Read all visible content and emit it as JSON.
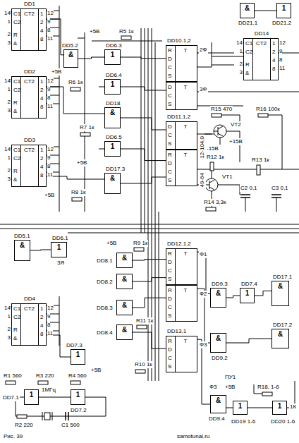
{
  "diagram": {
    "nodes": [
      {
        "text": [
          "DD1",
          "C1",
          "C2",
          "R",
          "&",
          "CT2",
          "1",
          "2",
          "4",
          "8"
        ]
      },
      {
        "text": [
          "DD21.1",
          "&"
        ]
      },
      {
        "text": [
          "DD21.2",
          "1"
        ]
      },
      {
        "text": [
          "DD14",
          "C1",
          "C2",
          "R",
          "&",
          "CT2",
          "1",
          "2",
          "4",
          "8"
        ]
      },
      {
        "text": [
          "DD5.2",
          "&"
        ]
      },
      {
        "text": [
          "DD6.3",
          "1"
        ]
      },
      {
        "text": [
          "DD10.1,2",
          "R",
          "D",
          "C",
          "S",
          "T"
        ]
      },
      {
        "text": [
          "D",
          "C",
          "S",
          "T"
        ]
      },
      {
        "text": [
          "DD2",
          "C1",
          "C2",
          "R",
          "&",
          "CT2",
          "1",
          "2",
          "4",
          "8"
        ]
      },
      {
        "text": [
          "DD6.4",
          "1"
        ]
      },
      {
        "text": [
          "DD18",
          "&"
        ]
      },
      {
        "text": [
          "DD11.1,2",
          "D",
          "C",
          "S",
          "T"
        ]
      },
      {
        "text": [
          "R",
          "D",
          "C",
          "S",
          "T"
        ]
      },
      {
        "text": [
          "DD3",
          "C1",
          "C2",
          "R",
          "&",
          "CT2",
          "1",
          "2",
          "4",
          "8"
        ]
      },
      {
        "text": [
          "DD6.5",
          "1"
        ]
      },
      {
        "text": [
          "DD17.3",
          "&"
        ]
      },
      {
        "text": [
          "DD5.1",
          "&"
        ]
      },
      {
        "text": [
          "DD6.1",
          "1"
        ]
      },
      {
        "text": [
          "DD8.1",
          "&"
        ]
      },
      {
        "text": [
          "DD12.1,2",
          "R",
          "D",
          "C",
          "S",
          "T"
        ]
      },
      {
        "text": [
          "DD8.2",
          "&"
        ]
      },
      {
        "text": [
          "DD9.3",
          "&"
        ]
      },
      {
        "text": [
          "DD7.4",
          "1"
        ]
      },
      {
        "text": [
          "DD17.1",
          "&"
        ]
      },
      {
        "text": [
          "R",
          "D",
          "C",
          "S",
          "T"
        ]
      },
      {
        "text": [
          "DD8.3",
          "&"
        ]
      },
      {
        "text": [
          "DD4",
          "C1",
          "C2",
          "R",
          "&",
          "CT2",
          "1",
          "2",
          "4",
          "8"
        ]
      },
      {
        "text": [
          "DD8.4",
          "&"
        ]
      },
      {
        "text": [
          "DD9.2",
          "&"
        ]
      },
      {
        "text": [
          "DD17.2",
          "&"
        ]
      },
      {
        "text": [
          "DD7.3",
          "1"
        ]
      },
      {
        "text": [
          "DD13.1",
          "R",
          "D",
          "C",
          "S",
          "T"
        ]
      },
      {
        "text": [
          "DD7.1",
          "1"
        ]
      },
      {
        "text": [
          "DD7.2",
          "1"
        ]
      },
      {
        "text": [
          "DD9.4",
          "&"
        ]
      },
      {
        "text": [
          "DD19 1-6",
          "1"
        ]
      },
      {
        "text": [
          "DD20 1-6",
          "1"
        ]
      }
    ],
    "edges": [
      {
        "from": 0,
        "to": 4,
        "arrow": "none"
      },
      {
        "from": 4,
        "to": 5,
        "arrow": "none"
      },
      {
        "from": 5,
        "to": 6,
        "arrow": "none"
      },
      {
        "from": 9,
        "to": 7,
        "arrow": "none"
      },
      {
        "from": 8,
        "to": 10,
        "arrow": "none"
      },
      {
        "from": 10,
        "to": 11,
        "arrow": "none"
      },
      {
        "from": 14,
        "to": 12,
        "arrow": "none"
      },
      {
        "from": 13,
        "to": 15,
        "arrow": "none"
      },
      {
        "from": 15,
        "to": 12,
        "arrow": "none"
      },
      {
        "from": 1,
        "to": 2,
        "arrow": "none"
      },
      {
        "from": 16,
        "to": 17,
        "arrow": "none"
      },
      {
        "from": 18,
        "to": 19,
        "arrow": "none"
      },
      {
        "from": 20,
        "to": 19,
        "arrow": "none"
      },
      {
        "from": 25,
        "to": 24,
        "arrow": "none"
      },
      {
        "from": 27,
        "to": 31,
        "arrow": "none"
      },
      {
        "from": 26,
        "to": 30,
        "arrow": "none"
      },
      {
        "from": 19,
        "to": 21,
        "arrow": "none"
      },
      {
        "from": 21,
        "to": 22,
        "arrow": "none"
      },
      {
        "from": 22,
        "to": 23,
        "arrow": "none"
      },
      {
        "from": 24,
        "to": 28,
        "arrow": "none"
      },
      {
        "from": 28,
        "to": 29,
        "arrow": "none"
      },
      {
        "from": 31,
        "to": 34,
        "arrow": "none"
      },
      {
        "from": 32,
        "to": 33,
        "arrow": "none"
      },
      {
        "from": 35,
        "to": 36,
        "arrow": "none"
      }
    ],
    "labels": [
      "14",
      "1",
      "2",
      "3",
      "12",
      "9",
      "8",
      "11",
      "14",
      "1",
      "2",
      "3",
      "12",
      "9",
      "8",
      "11",
      "14",
      "1",
      "2",
      "3",
      "12",
      "9",
      "8",
      "11",
      "14",
      "1",
      "2",
      "3",
      "12",
      "9",
      "8",
      "11",
      "14",
      "1",
      "2",
      "3",
      "12",
      "9",
      "8",
      "11",
      "+5В",
      "R5 1к",
      "2Ф",
      "3Ф",
      "+5В",
      "R6 1к",
      "R7 1к",
      "+5В",
      "R8 1к",
      "+5В",
      "12-104,0",
      "49-64",
      "R15 470",
      "R16 100к",
      "VT2",
      "+15В",
      "-15В",
      "R12 1к",
      "R13 1к",
      "VT1",
      "R14 3,3к",
      "C2 0,1",
      "C3 0,1",
      "3Я",
      "+5В",
      "R9 1к",
      "Ф1",
      "Ф2",
      "Ф3",
      "R11 1к",
      "R10 1к",
      "+5В",
      "R1 560",
      "R3 220",
      "R4 560",
      "1МГц",
      "R2 220",
      "C1 500",
      "ПУ1",
      "Ф3",
      "+5В",
      "R18, 1-6",
      "1К",
      "Рис. 39",
      "samotunal.ru"
    ]
  }
}
